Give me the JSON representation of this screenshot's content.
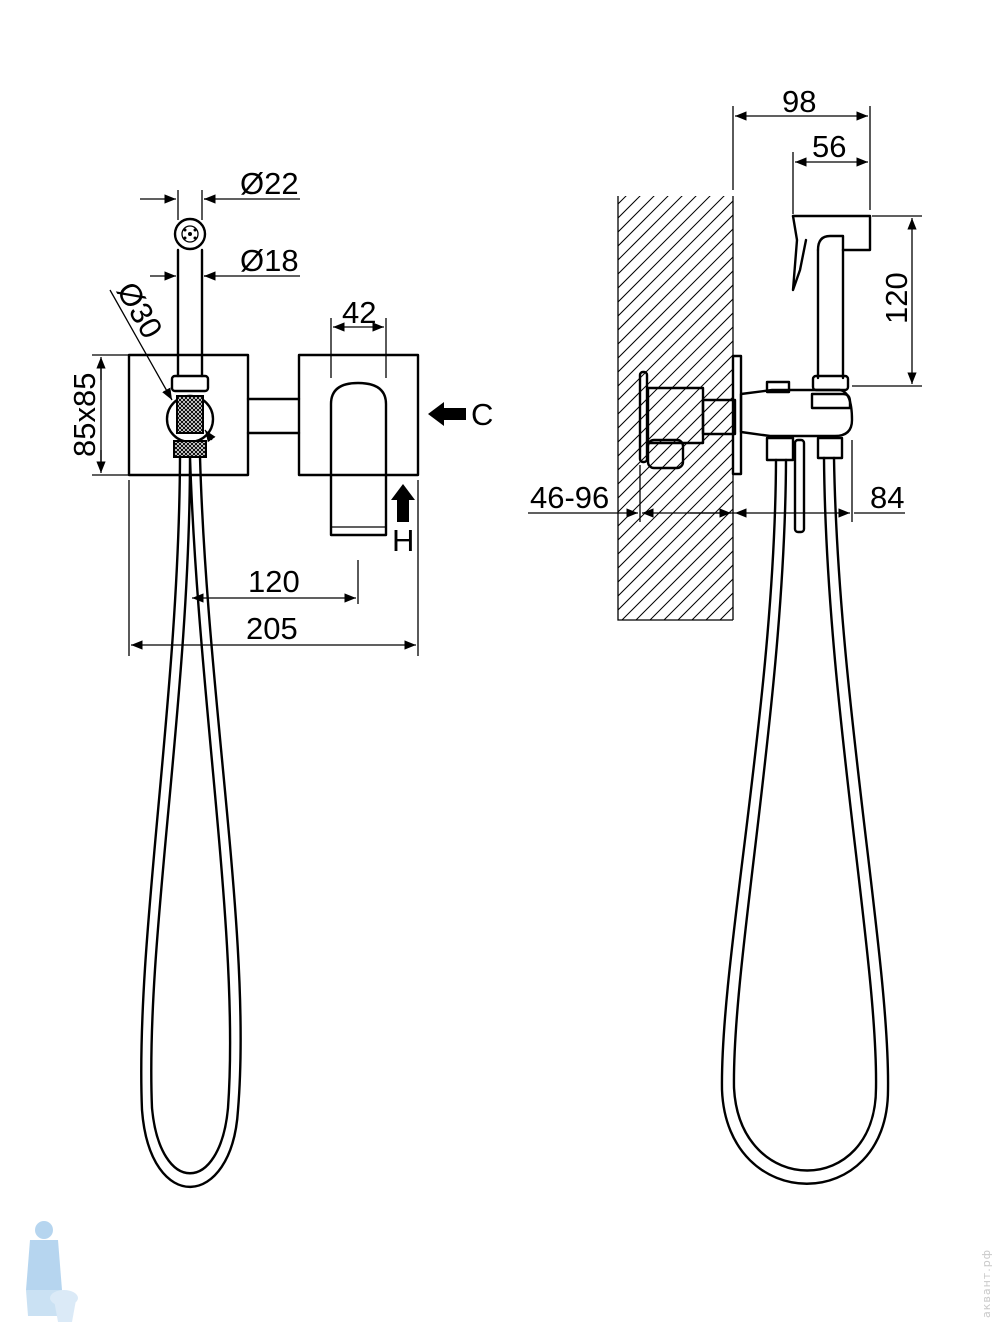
{
  "front_view": {
    "labels": {
      "hose_dia_outer": "Ø22",
      "hose_dia_inner": "Ø18",
      "holder_dia": "Ø30",
      "plate_size": "85x85",
      "handle_width": "42",
      "spacing": "120",
      "overall_width": "205",
      "cold_inlet": "C",
      "hot_inlet": "H"
    }
  },
  "side_view": {
    "labels": {
      "projection_total": "98",
      "projection_head": "56",
      "head_height": "120",
      "wall_depth": "46-96",
      "hose_offset": "84"
    }
  },
  "watermark": {
    "text": "аквант.рф",
    "logo": "plumber-logo-icon"
  },
  "colors": {
    "line": "#000000",
    "background": "#ffffff",
    "logo": "#9ec8ea"
  }
}
